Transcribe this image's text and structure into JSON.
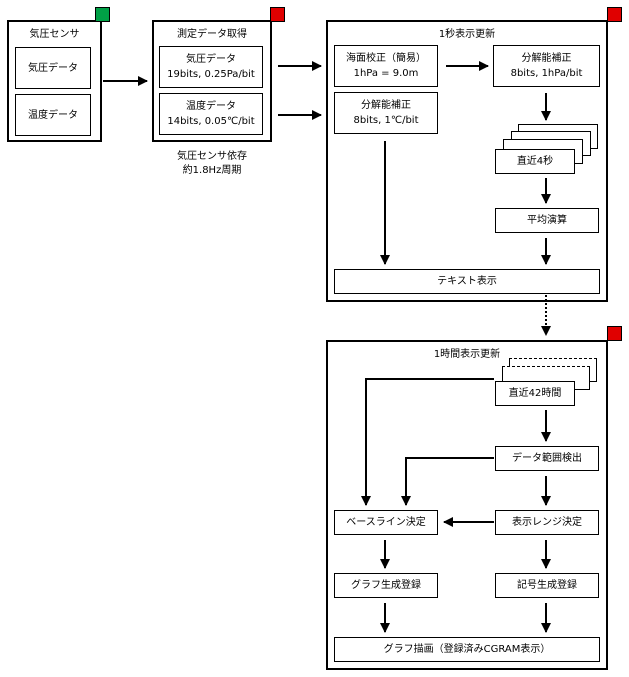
{
  "colors": {
    "active": "#00a046",
    "inactive": "#e00000"
  },
  "sensor": {
    "title": "気圧センサ",
    "pressure": "気圧データ",
    "temperature": "温度データ"
  },
  "measure": {
    "title": "測定データ取得",
    "pressure_label": "気圧データ",
    "pressure_spec": "19bits, 0.25Pa/bit",
    "temperature_label": "温度データ",
    "temperature_spec": "14bits, 0.05℃/bit",
    "note_line1": "気圧センサ依存",
    "note_line2": "約1.8Hz周期"
  },
  "one_sec": {
    "title": "1秒表示更新",
    "sea_level_label": "海面校正（簡易）",
    "sea_level_spec": "1hPa = 9.0m",
    "res_p_label": "分解能補正",
    "res_p_spec": "8bits, 1hPa/bit",
    "res_t_label": "分解能補正",
    "res_t_spec": "8bits, 1℃/bit",
    "recent": "直近4秒",
    "average": "平均演算",
    "text_display": "テキスト表示"
  },
  "one_hour": {
    "title": "1時間表示更新",
    "recent": "直近42時間",
    "range_detect": "データ範囲検出",
    "baseline": "ベースライン決定",
    "range_decide": "表示レンジ決定",
    "graph_gen": "グラフ生成登録",
    "symbol_gen": "記号生成登録",
    "draw": "グラフ描画（登録済みCGRAM表示）"
  }
}
